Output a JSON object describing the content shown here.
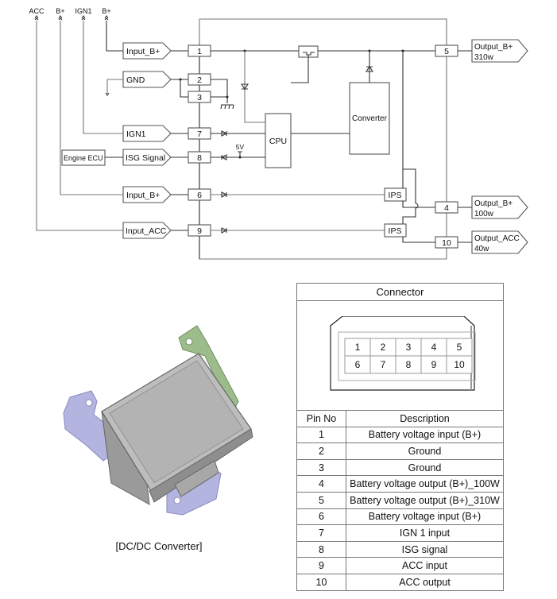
{
  "schematic": {
    "supply_terminals": [
      {
        "id": "acc",
        "label": "ACC"
      },
      {
        "id": "bplus-1",
        "label": "B+"
      },
      {
        "id": "ign1",
        "label": "IGN1"
      },
      {
        "id": "bplus-2",
        "label": "B+"
      }
    ],
    "input_connectors": [
      {
        "id": "input-bplus-1",
        "label": "Input_B+",
        "pin": "1"
      },
      {
        "id": "gnd",
        "label": "GND",
        "pin": "2"
      },
      {
        "id": "ign1",
        "label": "IGN1",
        "pin": "7"
      },
      {
        "id": "isg-signal",
        "label": "ISG Signal",
        "pin": "8"
      },
      {
        "id": "input-bplus-2",
        "label": "Input_B+",
        "pin": "6"
      },
      {
        "id": "input-acc",
        "label": "Input_ACC",
        "pin": "9"
      }
    ],
    "pins": {
      "p1": "1",
      "p2": "2",
      "p3": "3",
      "p7": "7",
      "p8": "8",
      "p6": "6",
      "p9": "9",
      "p5": "5",
      "p4": "4",
      "p10": "10"
    },
    "external_modules": {
      "engine_ecu": "Engine ECU"
    },
    "internal_blocks": {
      "cpu": "CPU",
      "converter": "Converter",
      "ips_1": "IPS",
      "ips_2": "IPS",
      "reference_voltage": "5V"
    },
    "outputs": [
      {
        "id": "output-bplus-310",
        "label": "Output_B+",
        "rating": "310w",
        "pin": "5"
      },
      {
        "id": "output-bplus-100",
        "label": "Output_B+",
        "rating": "100w",
        "pin": "4"
      },
      {
        "id": "output-acc-40",
        "label": "Output_ACC",
        "rating": "40w",
        "pin": "10"
      }
    ]
  },
  "product": {
    "caption": "[DC/DC Converter]",
    "colors": {
      "housing": "#b9b9b9",
      "bracket_left": "#b4b4e0",
      "bracket_right": "#9cbc8c"
    }
  },
  "connector_table": {
    "title": "Connector",
    "connector_pins_row1": [
      "1",
      "2",
      "3",
      "4",
      "5"
    ],
    "connector_pins_row2": [
      "6",
      "7",
      "8",
      "9",
      "10"
    ],
    "headers": {
      "pin": "Pin No",
      "description": "Description"
    },
    "rows": [
      {
        "pin": "1",
        "description": "Battery voltage input (B+)"
      },
      {
        "pin": "2",
        "description": "Ground"
      },
      {
        "pin": "3",
        "description": "Ground"
      },
      {
        "pin": "4",
        "description": "Battery voltage output (B+)_100W"
      },
      {
        "pin": "5",
        "description": "Battery voltage output (B+)_310W"
      },
      {
        "pin": "6",
        "description": "Battery voltage input (B+)"
      },
      {
        "pin": "7",
        "description": "IGN 1 input"
      },
      {
        "pin": "8",
        "description": "ISG signal"
      },
      {
        "pin": "9",
        "description": "ACC input"
      },
      {
        "pin": "10",
        "description": "ACC output"
      }
    ]
  }
}
